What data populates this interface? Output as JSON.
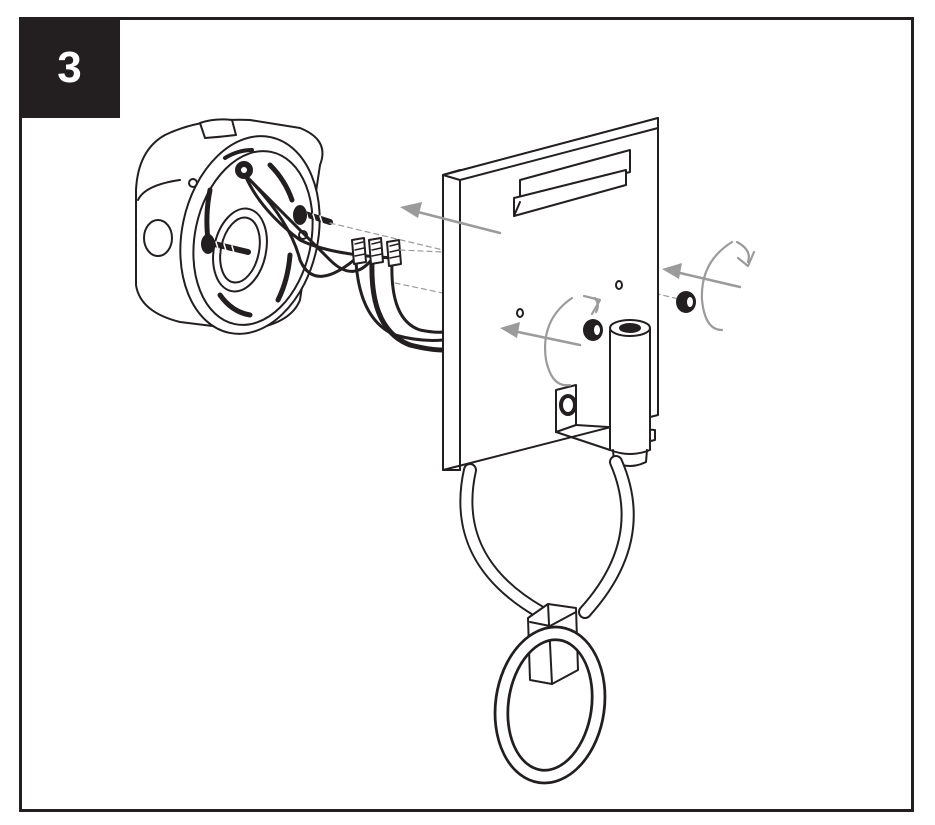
{
  "step": {
    "number": "3"
  },
  "colors": {
    "ink": "#231f20",
    "arrow": "#9b9b9b",
    "fill": "#ffffff"
  },
  "parts": {
    "junction_box": "junction-box",
    "mounting_bracket": "mounting-bracket",
    "wire_nuts": "wire-nuts",
    "backplate": "backplate",
    "screws": "mounting-screws",
    "towel_ring": "towel-ring"
  }
}
